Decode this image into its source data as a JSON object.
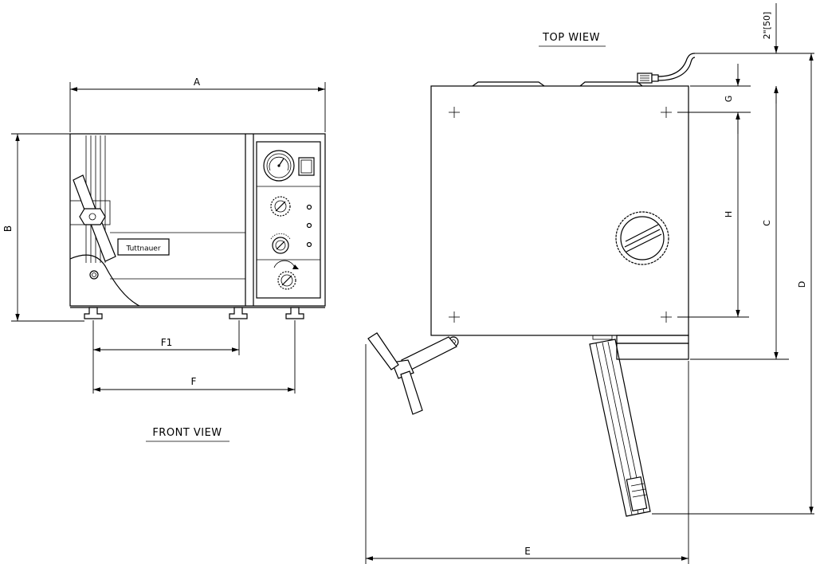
{
  "views": {
    "front": {
      "caption": "FRONT VIEW"
    },
    "top": {
      "caption": "TOP WIEW"
    }
  },
  "product": {
    "brand": "Tuttnauer"
  },
  "dimensions": {
    "A": "A",
    "B": "B",
    "C": "C",
    "D": "D",
    "E": "E",
    "F": "F",
    "F1": "F1",
    "G": "G",
    "H": "H",
    "cord_offset": "2\"[50]"
  }
}
